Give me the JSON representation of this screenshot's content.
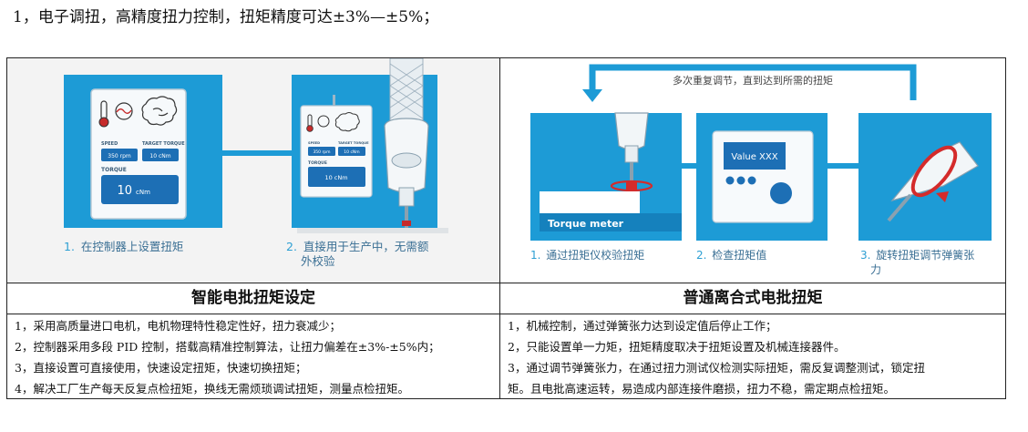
{
  "heading": "1，电子调扭，高精度扭力控制，扭矩精度可达±3%—±5%；",
  "left": {
    "controller": {
      "speed_label": "SPEED",
      "speed_value": "350 rpm",
      "target_label": "TARGET TORQUE",
      "target_value": "10 cNm",
      "torque_label": "TORQUE",
      "torque_value": "10",
      "torque_unit": "cNm"
    },
    "controller_small": {
      "speed_label": "SPEED",
      "speed_value": "350 rpm",
      "target_label": "TARGET TORQUE",
      "target_value": "10 cNm",
      "torque_label": "TORQUE",
      "torque_value": "10 cNm"
    },
    "caption1_num": "1.",
    "caption1_text": "在控制器上设置扭矩",
    "caption2_num": "2.",
    "caption2_line1": "直接用于生产中，无需额",
    "caption2_line2": "外校验",
    "title": "智能电批扭矩设定",
    "points": [
      "1，采用高质量进口电机，电机物理特性稳定性好，扭力衰减少；",
      "2，控制器采用多段 PID 控制，搭载高精准控制算法，让扭力偏差在±3%-±5%内；",
      "3，直接设置可直接使用，快速设定扭矩，快速切换扭矩；",
      "4，解决工厂生产每天反复点检扭矩，换线无需烦琐调试扭矩，测量点检扭矩。"
    ]
  },
  "right": {
    "loop_label": "多次重复调节，直到达到所需的扭矩",
    "torque_meter": "Torque meter",
    "display_value": "Value XXX",
    "caption1_num": "1.",
    "caption1_text": "通过扭矩仪校验扭矩",
    "caption2_num": "2.",
    "caption2_text": "检查扭矩值",
    "caption3_num": "3.",
    "caption3_line1": "旋转扭矩调节弹簧张",
    "caption3_line2": "力",
    "title": "普通离合式电批扭矩",
    "points": [
      "1，机械控制，通过弹簧张力达到设定值后停止工作；",
      "2，只能设置单一力矩，扭矩精度取决于扭矩设置及机械连接器件。",
      "3，通过调节弹簧张力，在通过扭力测试仪检测实际扭矩，需反复调整测试，锁定扭",
      "矩。且电批高速运转，易造成内部连接件磨损，扭力不稳，需定期点检扭矩。"
    ]
  },
  "colors": {
    "blue": "#1d9bd6",
    "dark_blue": "#1581bd",
    "red": "#d42b2b",
    "navy": "#235c8f"
  }
}
